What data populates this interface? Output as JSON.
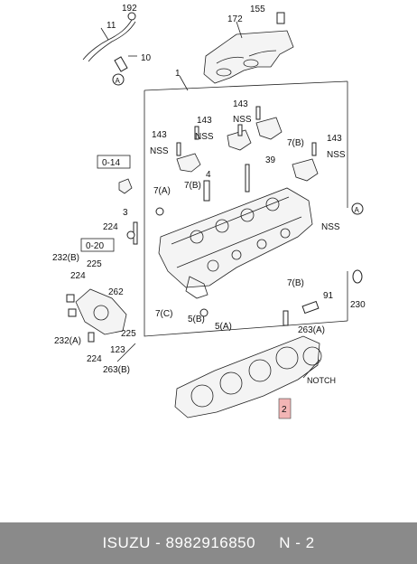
{
  "labels": {
    "l192": "192",
    "l11": "11",
    "l10": "10",
    "lA_top": "A",
    "l172": "172",
    "l155": "155",
    "l1": "1",
    "l143a": "143",
    "lNSSa": "NSS",
    "l143b": "143",
    "lNSSb": "NSS",
    "l143c": "143",
    "lNSSc": "NSS",
    "l7Ba": "7(B)",
    "l143d": "143",
    "lNSSd": "NSS",
    "l014": "0-14",
    "l4": "4",
    "l39": "39",
    "l7A": "7(A)",
    "l7Bb": "7(B)",
    "l3": "3",
    "l224a": "224",
    "l020": "0-20",
    "lNSSe": "NSS",
    "lA_right": "A",
    "l232B": "232(B)",
    "l225a": "225",
    "l224b": "224",
    "l262": "262",
    "l7Bc": "7(B)",
    "l91": "91",
    "l230": "230",
    "l232A": "232(A)",
    "l7C": "7(C)",
    "l5B": "5(B)",
    "l5A": "5(A)",
    "l225b": "225",
    "l263A": "263(A)",
    "l123": "123",
    "l224c": "224",
    "l263B": "263(B)",
    "lNOTCH": "NOTCH",
    "l2": "2"
  },
  "footer": {
    "brand": "ISUZU",
    "separator": " - ",
    "part_number": "8982916850",
    "page_ref": "N - 2"
  },
  "colors": {
    "callout_highlight": "#f2b5b5",
    "footer_bg": "#8a8a8a"
  }
}
